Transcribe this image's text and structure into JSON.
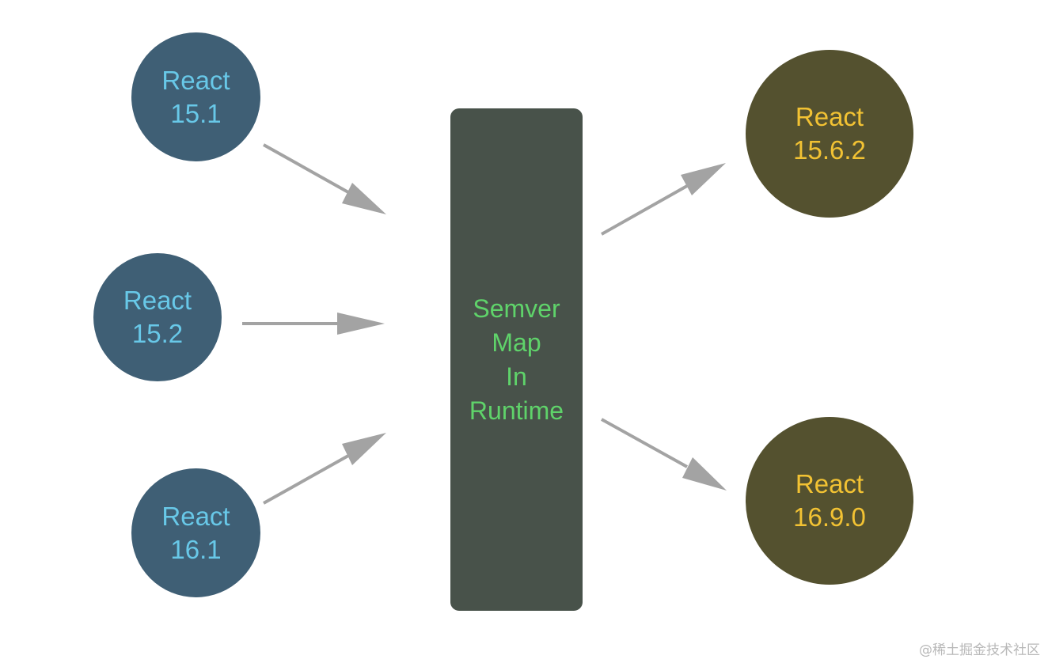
{
  "inputs": [
    {
      "line1": "React",
      "line2": "15.1"
    },
    {
      "line1": "React",
      "line2": "15.2"
    },
    {
      "line1": "React",
      "line2": "16.1"
    }
  ],
  "center": {
    "lines": [
      "Semver",
      "Map",
      "In",
      "Runtime"
    ]
  },
  "outputs": [
    {
      "line1": "React",
      "line2": "15.6.2"
    },
    {
      "line1": "React",
      "line2": "16.9.0"
    }
  ],
  "watermark": "@稀土掘金技术社区",
  "colors": {
    "input_fill": "#3f5f75",
    "input_text": "#68c8e8",
    "output_fill": "#54512f",
    "output_text": "#f2c233",
    "center_fill": "#48524a",
    "center_text": "#5fd36a",
    "arrow": "#a3a3a3"
  }
}
